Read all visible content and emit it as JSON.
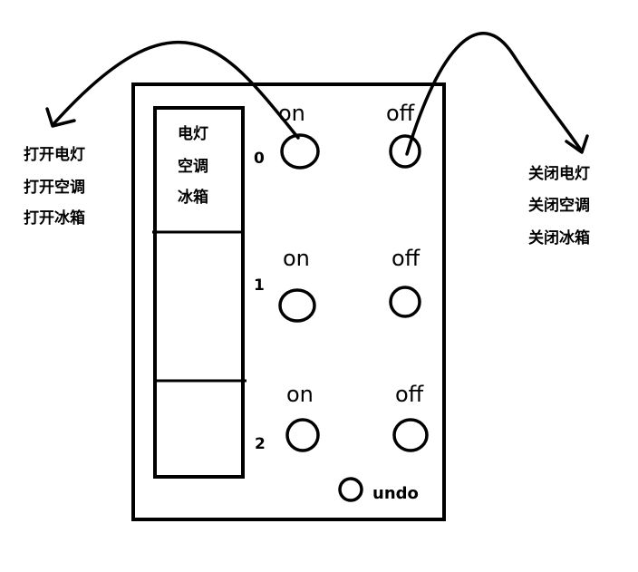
{
  "left_notes": [
    "打开电灯",
    "打开空调",
    "打开冰箱"
  ],
  "right_notes": [
    "关闭电灯",
    "关闭空调",
    "关闭冰箱"
  ],
  "slots": [
    {
      "number": "0",
      "devices": [
        "电灯",
        "空调",
        "冰箱"
      ],
      "on_label": "on",
      "off_label": "off"
    },
    {
      "number": "1",
      "devices": [],
      "on_label": "on",
      "off_label": "off"
    },
    {
      "number": "2",
      "devices": [],
      "on_label": "on",
      "off_label": "off"
    }
  ],
  "undo_label": "undo"
}
